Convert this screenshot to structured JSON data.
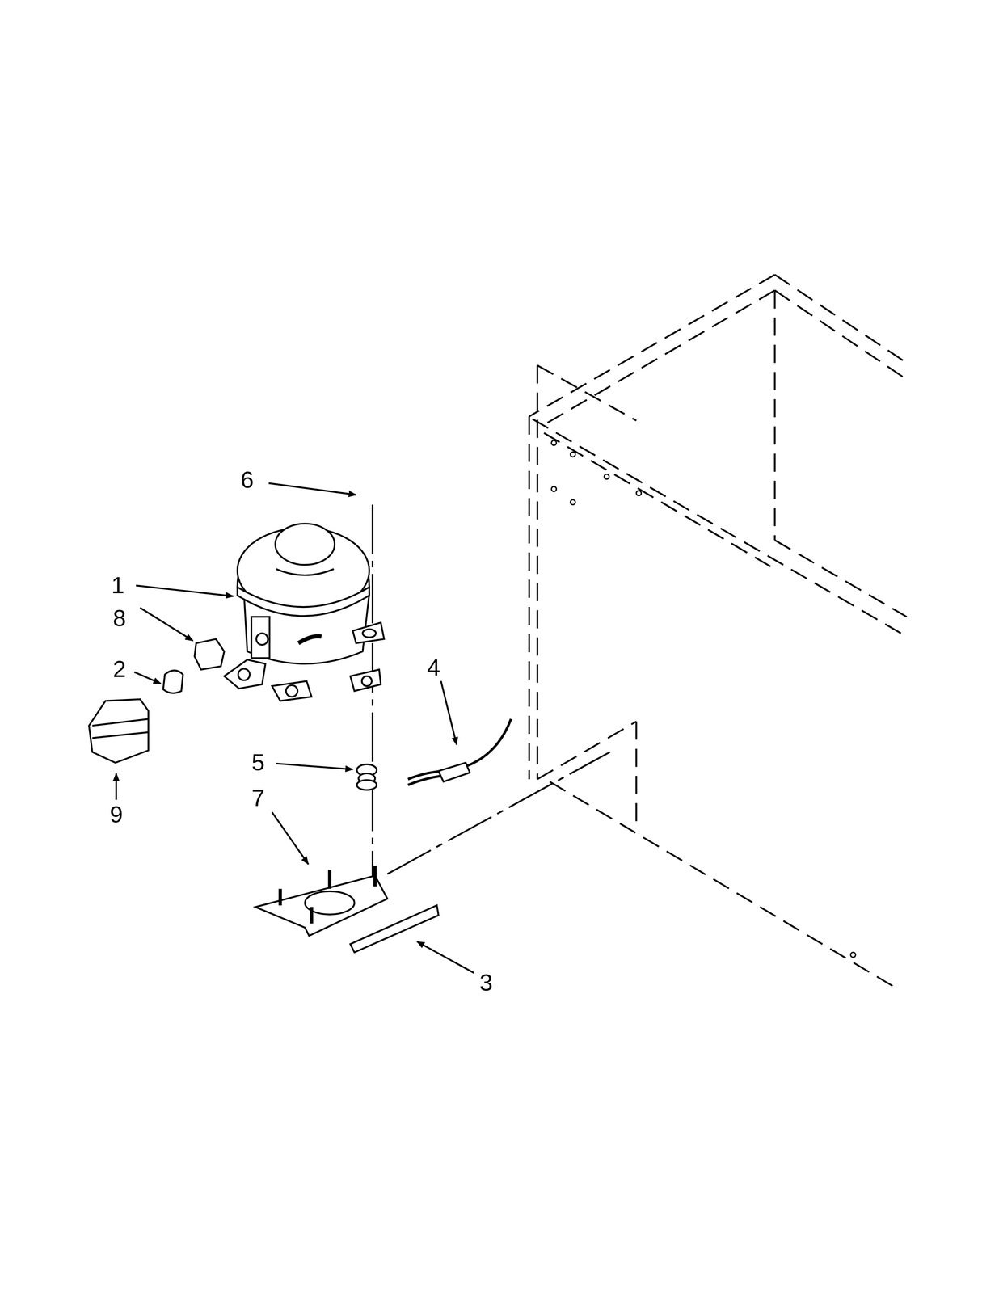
{
  "diagram": {
    "labels": [
      "6",
      "1",
      "8",
      "2",
      "4",
      "5",
      "7",
      "9",
      "3"
    ]
  }
}
